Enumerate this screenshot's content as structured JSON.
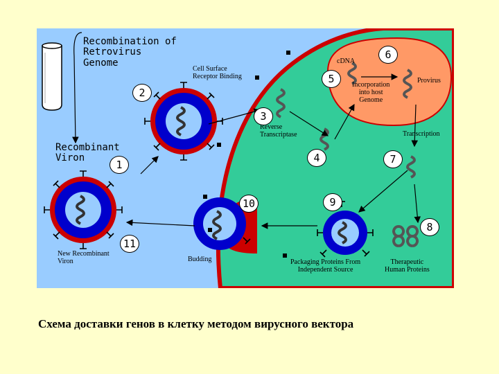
{
  "labels": {
    "recombination": "Recombination of\nRetrovirus\nGenome",
    "recombinant_viron": "Recombinant\nViron",
    "cell_surface": "Cell Surface\nReceptor Binding",
    "cdna": "cDNA",
    "incorporation": "Incorporation\ninto host\nGenome",
    "provirus": "Provirus",
    "reverse_transcriptase": "Reverse\nTranscriptase",
    "transcription": "Transcription",
    "new_recombinant": "New Recombinant\nViron",
    "budding": "Budding",
    "packaging": "Packaging Proteins From\nIndependent Source",
    "therapeutic": "Therapeutic\nHuman Proteins"
  },
  "steps": [
    "1",
    "2",
    "3",
    "4",
    "5",
    "6",
    "7",
    "8",
    "9",
    "10",
    "11"
  ],
  "caption": "Схема доставки генов в клетку методом вирусного вектора",
  "colors": {
    "background": "#ffffcc",
    "panel": "#99ccff",
    "cell": "#33cc99",
    "membrane": "#cc0000",
    "nucleus": "#ff9966",
    "virus_core": "#0000cc",
    "virus_inner": "#99ccff"
  }
}
